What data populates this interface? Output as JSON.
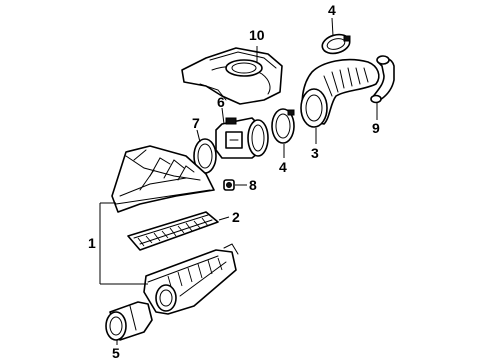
{
  "diagram": {
    "type": "exploded parts diagram",
    "subject": "engine air intake assembly",
    "callouts": [
      {
        "id": "c10",
        "text": "10",
        "part": "air cleaner / intake upper cover"
      },
      {
        "id": "c4a",
        "text": "4",
        "part": "hose clamp (upper)"
      },
      {
        "id": "c6",
        "text": "6",
        "part": "mass air flow sensor"
      },
      {
        "id": "c7",
        "text": "7",
        "part": "hose clamp / ring"
      },
      {
        "id": "c4b",
        "text": "4",
        "part": "hose clamp"
      },
      {
        "id": "c3",
        "text": "3",
        "part": "intake duct (corrugated hose)"
      },
      {
        "id": "c9",
        "text": "9",
        "part": "breather hose"
      },
      {
        "id": "c8",
        "text": "8",
        "part": "grommet / fitting"
      },
      {
        "id": "c2",
        "text": "2",
        "part": "air filter element"
      },
      {
        "id": "c1",
        "text": "1",
        "part": "air cleaner assembly"
      },
      {
        "id": "c5",
        "text": "5",
        "part": "inlet duct"
      }
    ]
  }
}
